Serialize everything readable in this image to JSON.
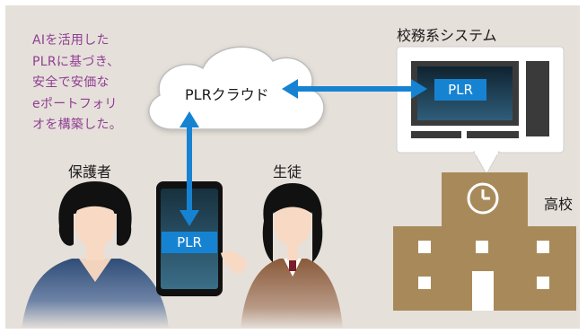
{
  "caption": {
    "lines": [
      "AIを活用した",
      "PLRに基づき、",
      "安全で安価な",
      "eポートフォリ",
      "オを構築した。"
    ]
  },
  "cloud": {
    "label": "PLRクラウド"
  },
  "system": {
    "label": "校務系システム",
    "screen_badge": "PLR"
  },
  "phone": {
    "badge": "PLR"
  },
  "people": {
    "guardian_label": "保護者",
    "student_label": "生徒"
  },
  "school": {
    "label": "高校"
  },
  "colors": {
    "background": "#e6e0da",
    "caption": "#8f3f93",
    "arrow": "#1683d2",
    "building": "#a88a5a",
    "monitor": "#3a3a3a"
  }
}
